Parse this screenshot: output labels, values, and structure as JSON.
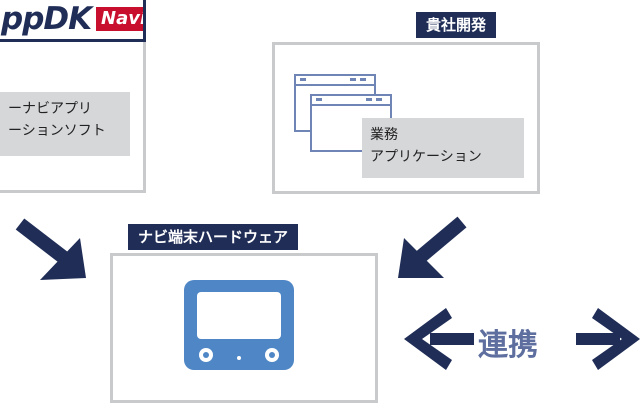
{
  "logo": {
    "text_main": "ppDK",
    "text_navi": "Navi"
  },
  "left_box": {
    "desc_lines": [
      "ーナビアプリ",
      "ーションソフト"
    ]
  },
  "right_box": {
    "tag": "貴社開発",
    "desc_lines": [
      "業務",
      "アプリケーション"
    ]
  },
  "center_box": {
    "tag": "ナビ端末ハードウェア"
  },
  "connector": {
    "label": "連携"
  },
  "colors": {
    "navy": "#1f2d57",
    "box_border": "#c9cacc",
    "gray_fill": "#d6d7d9",
    "device_blue": "#4f86c6",
    "logo_red": "#c8102e"
  }
}
